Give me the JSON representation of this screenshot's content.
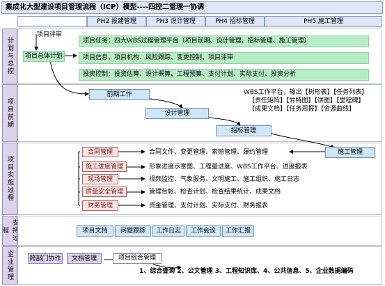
{
  "title": "集成化大型建设项目管理流程（ICP）模型----四控二管理一协调",
  "phases": [
    "PH2 报建管理",
    "PH3 设计管理",
    "PH4 招标管理",
    "PH5 施工管理"
  ],
  "bands": {
    "plan": "计划与总控",
    "early": "项目前期",
    "impl": "项目实施过程",
    "support": "支持过程",
    "enterprise": "企业管理"
  },
  "plan": {
    "review": "项目评审",
    "master_plan": "项目总体计划",
    "row1": "项目任务：四大WBS过程管理平台（项目前期、设计管理、招标管理、施工管理）",
    "row2": "项目信息、项目机构、风险跟踪、变更控制、项目评审",
    "row3": "投资控制：投资估算、设计概算、工程预算、支付计划、实际支付、投资分析"
  },
  "early": {
    "early_work": "前期工作",
    "design_mgmt": "设计管理",
    "bid_mgmt": "招标管理",
    "construction_mgmt": "施工管理",
    "wbs_lines": [
      "WBS工作平台，输出【树形表】【任务列表】",
      "【责任矩阵】【甘特图】【饼图】【里程碑】",
      "【成果文档】【任务周报】【资源曲线】"
    ]
  },
  "impl": {
    "items": [
      {
        "label": "合同管理",
        "desc": "合同文件、变更管理、索赔管理、履约管理"
      },
      {
        "label": "施工进度管理",
        "desc": "形象进度示意图、工程量进度、WBS工作平台、进度报表"
      },
      {
        "label": "现场管理",
        "desc": "视频监控、气象服务、文明施工、施工组织、施工日志"
      },
      {
        "label": "质量安全管理",
        "desc": "管理台帐、检查计划、检查结果统计、成果文档"
      },
      {
        "label": "财务管理",
        "desc": "资金管理、支付计划、实际支付、财务报表"
      }
    ]
  },
  "support": {
    "items": [
      "项目文档",
      "问题跟踪",
      "工作日志",
      "工作会议",
      "工作汇报"
    ]
  },
  "enterprise": {
    "items": [
      "跨部门协作",
      "文档管理",
      "项目综合管理"
    ],
    "footer": "1、综合查询 2、公文管理 3、工程知识库、4、公共信息、5、企业数据编码"
  },
  "colors": {
    "green": "#b7edc4",
    "blue": "#cfe6f6",
    "purple": "#dcd2ec",
    "red": "#fbe4e4"
  }
}
